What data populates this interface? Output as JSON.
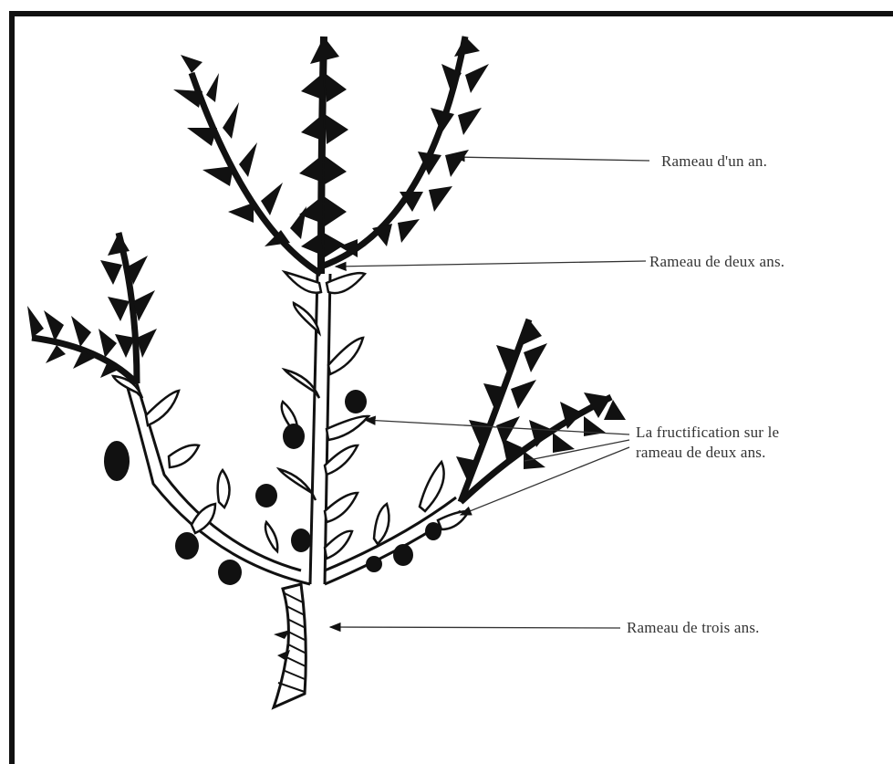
{
  "labels": {
    "one_year_branch": "Rameau d'un an.",
    "two_year_branch": "Rameau de deux ans.",
    "fruiting_line1": "La fructification sur le",
    "fruiting_line2": "rameau de deux ans.",
    "three_year_branch": "Rameau de trois ans."
  },
  "colors": {
    "ink": "#111111",
    "frame": "#111111",
    "background": "#ffffff"
  }
}
